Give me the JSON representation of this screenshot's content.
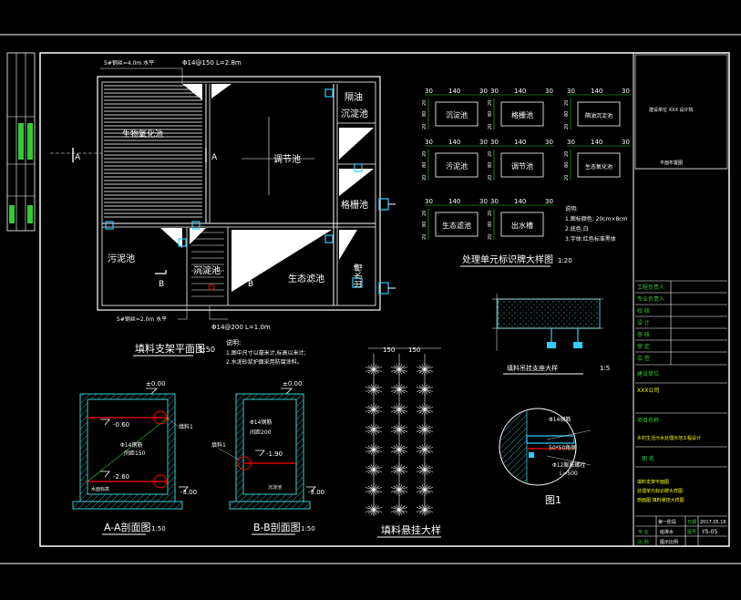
{
  "plan": {
    "bio_oxidation": "生物氧化池",
    "oil_sep": "隔油",
    "oil_sep2": "沉淀池",
    "regulating": "调节池",
    "grille": "格栅池",
    "sludge": "污泥池",
    "sediment": "沉淀池",
    "bio_filter": "生态滤池",
    "outlet": "出水槽",
    "pipe_top": "Φ14@150 L=2.8m",
    "pipe_bottom": "Φ14@200 L=1.0m",
    "hatch_top": "5#钢丝=4.0m 水平",
    "hatch_bottom": "5#钢丝=2.0m 水平",
    "mark_a": "A",
    "mark_b": "B",
    "title": "填料支架平面图",
    "scale": "1:50",
    "notes": [
      "说明:",
      "1.图中尺寸以毫米计,标高以米计;",
      "2.水泥砂浆护面采用防腐涂料。"
    ]
  },
  "labels_detail": {
    "title": "处理单元标识牌大样图",
    "scale": "1:20",
    "dims": [
      "30",
      "140",
      "30"
    ],
    "h_dims": [
      "20",
      "80",
      "20"
    ],
    "items": [
      "沉淀池",
      "格栅池",
      "隔油沉淀池",
      "污泥池",
      "调节池",
      "生态氧化池",
      "生态滤池",
      "出水槽"
    ],
    "notes": [
      "说明:",
      "1.图标颜色: 20cm×8cm",
      "2.底色:白",
      "3.字体:红色标准黑体"
    ]
  },
  "pier": {
    "title": "填料吊挂支座大样",
    "scale": "1:5"
  },
  "section_aa": {
    "title": "A-A剖面图",
    "scale": "1:50",
    "top": "±0.00",
    "mid1": "-0.60",
    "mid2": "-2.60",
    "bottom": "-3.00",
    "bar": "Φ14钢筋",
    "bar2": "间距150",
    "note": "填料1",
    "water": "水面标高"
  },
  "section_bb": {
    "title": "B-B剖面图",
    "scale": "1:50",
    "top": "±0.00",
    "mid": "-1.90",
    "bottom": "-3.00",
    "bar": "Φ14钢筋",
    "bar2": "间距200",
    "note": "填料1",
    "inner": "沉淀池"
  },
  "hanging": {
    "title": "填料悬挂大样",
    "d1": "150",
    "d2": "150"
  },
  "fig1": {
    "title": "图1",
    "lbl1": "Φ14钢筋",
    "lbl2": "50*50角钢",
    "lbl3": "Φ12膨胀螺栓",
    "lbl4": "L=500"
  },
  "title_block": {
    "company": "建设单位 XXX 设计院",
    "top_right": "平面布置图",
    "rows": [
      "工程负责人",
      "专业负责人",
      "校  核",
      "设  计",
      "审  核",
      "审  定",
      "会  签"
    ],
    "unit_label": "建设单位",
    "unit_value": "XXX公司",
    "project_label": "项目名称",
    "project_value": "乡村生活污水处理示范工程设计",
    "drawing_label": "图    名",
    "drawing_lines": [
      "填料支架平面图",
      "处理单元标识牌大样图",
      "剖面图 填料悬挂大样图"
    ],
    "stage": "第一阶段",
    "date_label": "日期",
    "date": "2017.05.16",
    "major_label": "专 业",
    "major": "给排水",
    "no_label": "图号",
    "no": "YS-05",
    "scale_label": "比 例",
    "scale": "图示比例"
  }
}
